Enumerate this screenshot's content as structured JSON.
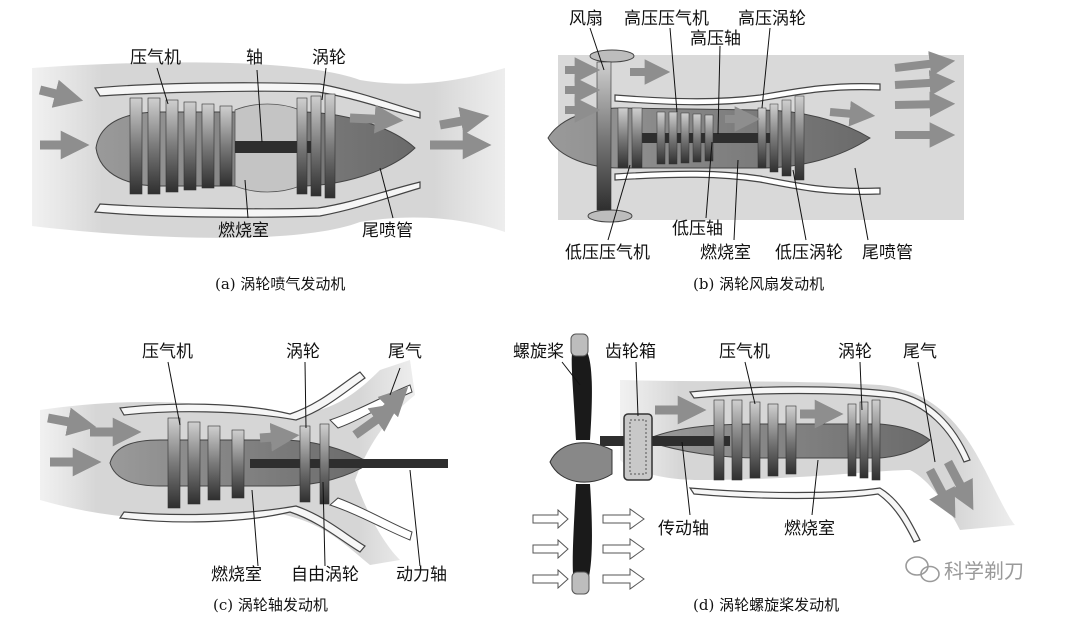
{
  "panel_a": {
    "caption": "(a) 涡轮喷气发动机",
    "labels": {
      "compressor": "压气机",
      "shaft": "轴",
      "turbine": "涡轮",
      "combustor": "燃烧室",
      "nozzle": "尾喷管"
    }
  },
  "panel_b": {
    "caption": "(b) 涡轮风扇发动机",
    "labels": {
      "fan": "风扇",
      "hp_compressor": "高压压气机",
      "hp_turbine": "高压涡轮",
      "hp_shaft": "高压轴",
      "lp_compressor": "低压压气机",
      "lp_shaft": "低压轴",
      "combustor": "燃烧室",
      "lp_turbine": "低压涡轮",
      "nozzle": "尾喷管"
    }
  },
  "panel_c": {
    "caption": "(c) 涡轮轴发动机",
    "labels": {
      "compressor": "压气机",
      "turbine": "涡轮",
      "exhaust": "尾气",
      "combustor": "燃烧室",
      "free_turbine": "自由涡轮",
      "power_shaft": "动力轴"
    }
  },
  "panel_d": {
    "caption": "(d) 涡轮螺旋桨发动机",
    "labels": {
      "propeller": "螺旋桨",
      "gearbox": "齿轮箱",
      "compressor": "压气机",
      "turbine": "涡轮",
      "exhaust": "尾气",
      "drive_shaft": "传动轴",
      "combustor": "燃烧室"
    }
  },
  "watermark": "科学剃刀",
  "colors": {
    "flow": "#d7d7d7",
    "arrow": "#8e8e8e",
    "body": "#a9a9a9",
    "blade": "#555555",
    "shaft": "#2e2e2e",
    "casing": "#ffffff"
  }
}
